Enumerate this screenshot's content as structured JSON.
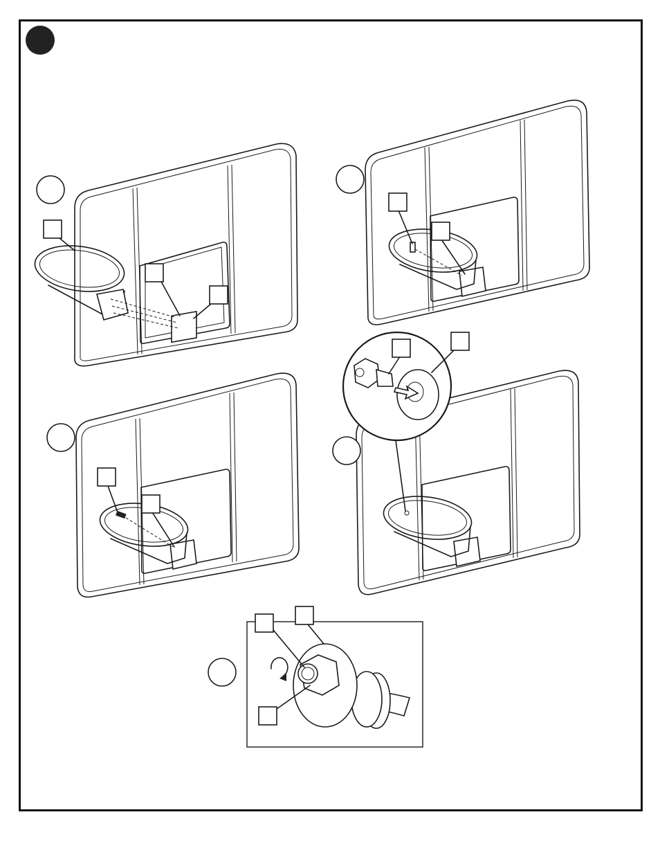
{
  "page": {
    "step_marker_color": "#000000",
    "line_color": "#1a1a1a",
    "background": "#ffffff"
  },
  "sub_steps": [
    {
      "id": "step-circle-1",
      "label": ""
    },
    {
      "id": "step-circle-2",
      "label": ""
    },
    {
      "id": "step-circle-3",
      "label": ""
    },
    {
      "id": "step-circle-4",
      "label": ""
    },
    {
      "id": "step-circle-5",
      "label": ""
    }
  ],
  "callouts": {
    "a": "",
    "b": "",
    "c": "",
    "d": "",
    "e": "",
    "f": "",
    "g": "",
    "h": "",
    "i": "",
    "j": "",
    "k": "",
    "l": "",
    "m": ""
  },
  "icons": [
    "rotate-clockwise-icon",
    "arrow-icon",
    "nut-icon",
    "washer-icon"
  ]
}
